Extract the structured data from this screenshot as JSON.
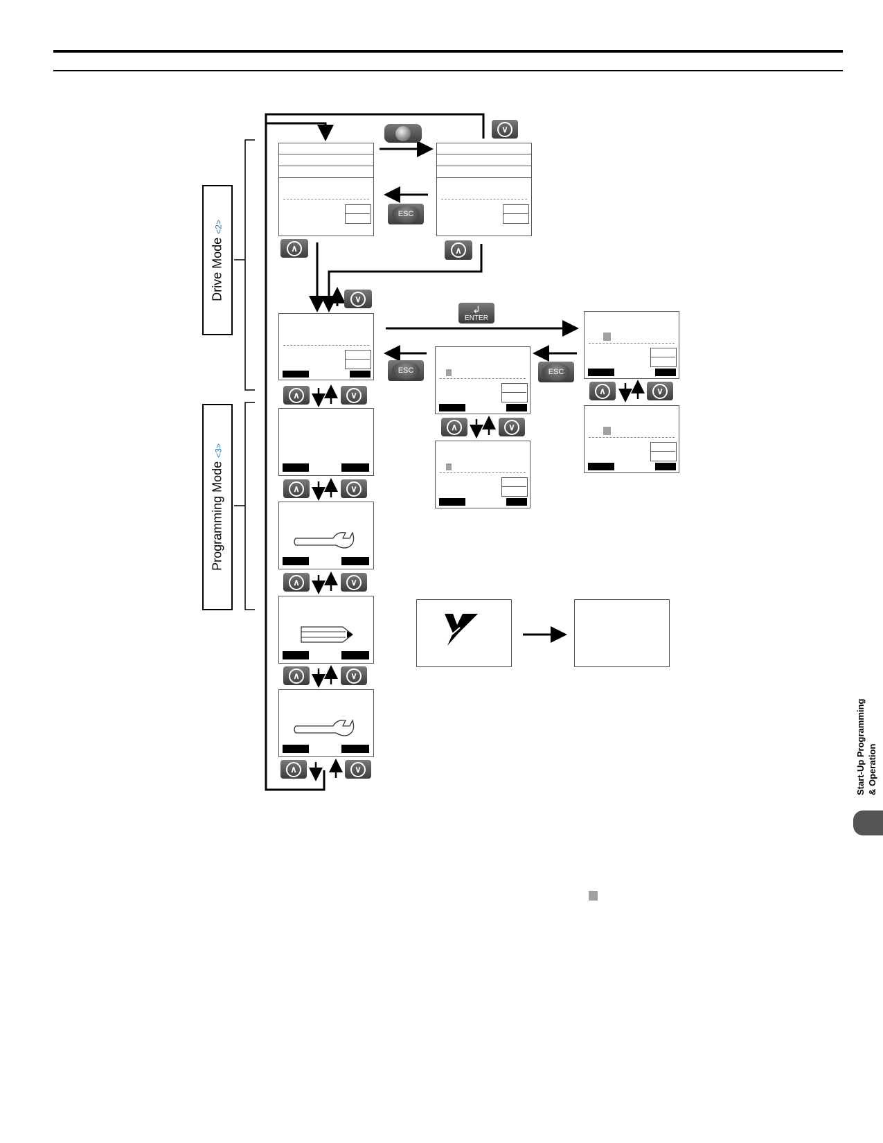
{
  "side_tab": {
    "section_title_line1": "Start-Up Programming",
    "section_title_line2": "& Operation"
  },
  "modes": {
    "drive": {
      "label": "Drive Mode",
      "ref": "<2>"
    },
    "programming": {
      "label": "Programming Mode",
      "ref": "<3>"
    }
  },
  "keys": {
    "esc": "ESC",
    "enter": "ENTER",
    "up": "∧",
    "down": "∨"
  },
  "colors": {
    "key_gradient_top": "#7a7a7a",
    "key_gradient_bottom": "#3a3a3a",
    "legend_square": "#a0a0a0",
    "ref_text": "#1f6fb2",
    "side_tab": "#555555"
  },
  "icons": [
    "wrench-icon",
    "pencil-icon",
    "yaskawa-logo-icon",
    "up-arrow-key-icon",
    "down-arrow-key-icon",
    "run-key-icon",
    "esc-key-icon",
    "enter-key-icon"
  ]
}
